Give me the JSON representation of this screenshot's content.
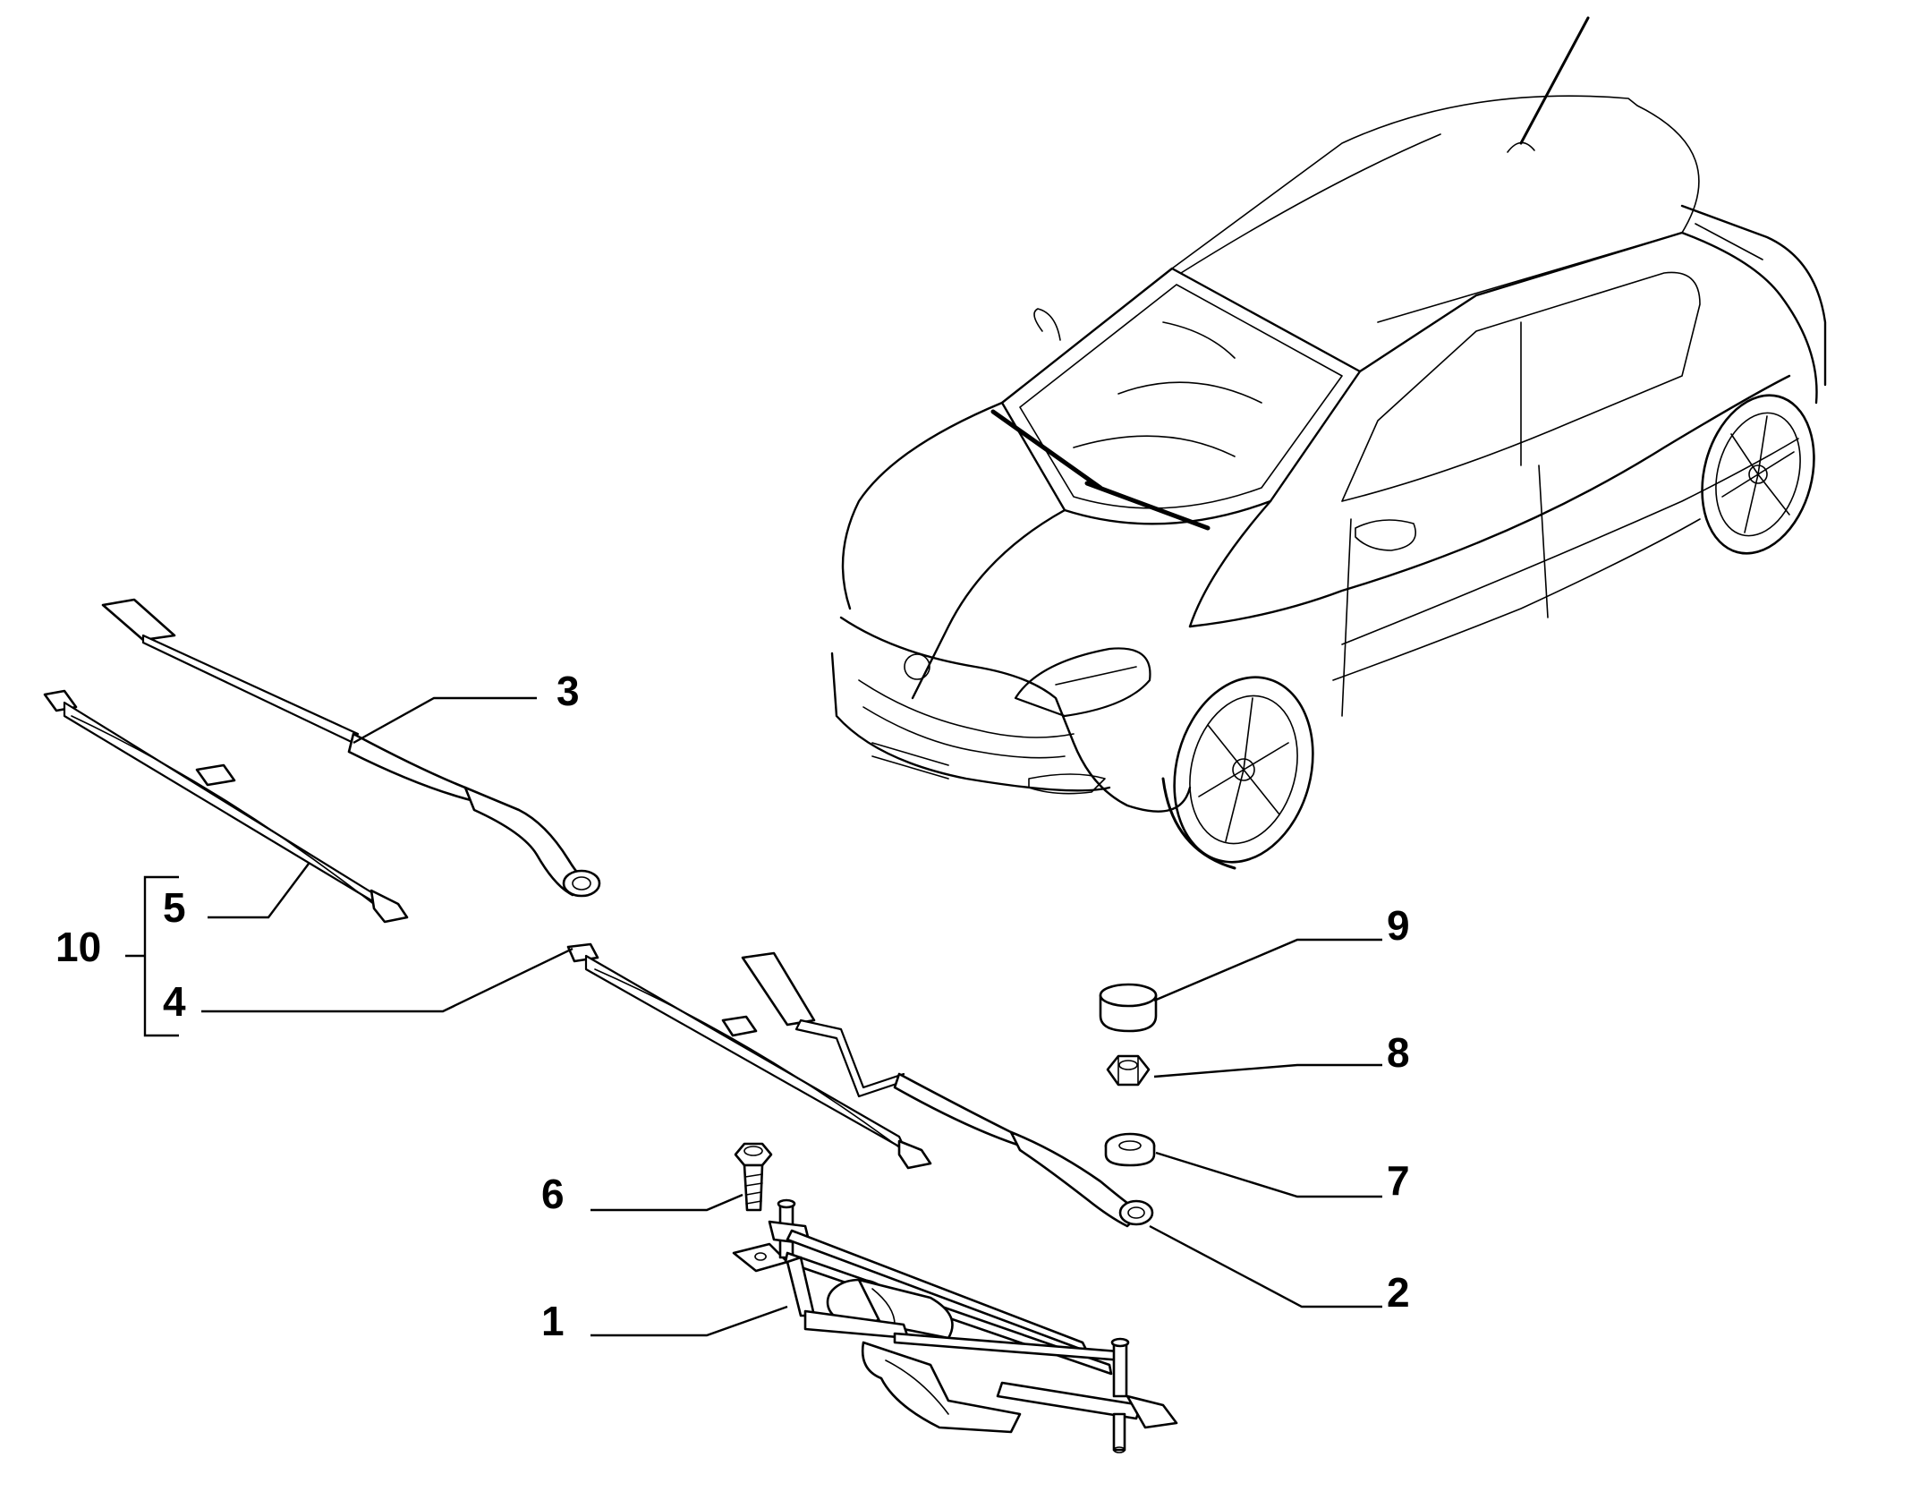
{
  "parts": [
    {
      "id": "1",
      "label": "1",
      "icon": "wiper-linkage-motor-icon"
    },
    {
      "id": "2",
      "label": "2",
      "icon": "wiper-arm-passenger-icon"
    },
    {
      "id": "3",
      "label": "3",
      "icon": "wiper-arm-driver-icon"
    },
    {
      "id": "4",
      "label": "4",
      "icon": "wiper-blade-long-icon"
    },
    {
      "id": "5",
      "label": "5",
      "icon": "wiper-blade-short-icon"
    },
    {
      "id": "6",
      "label": "6",
      "icon": "bolt-icon"
    },
    {
      "id": "7",
      "label": "7",
      "icon": "washer-icon"
    },
    {
      "id": "8",
      "label": "8",
      "icon": "hex-nut-icon"
    },
    {
      "id": "9",
      "label": "9",
      "icon": "cap-icon"
    }
  ],
  "group": {
    "label": "10",
    "members": [
      "5",
      "4"
    ]
  },
  "illustration": {
    "icon": "hatchback-car-icon"
  }
}
